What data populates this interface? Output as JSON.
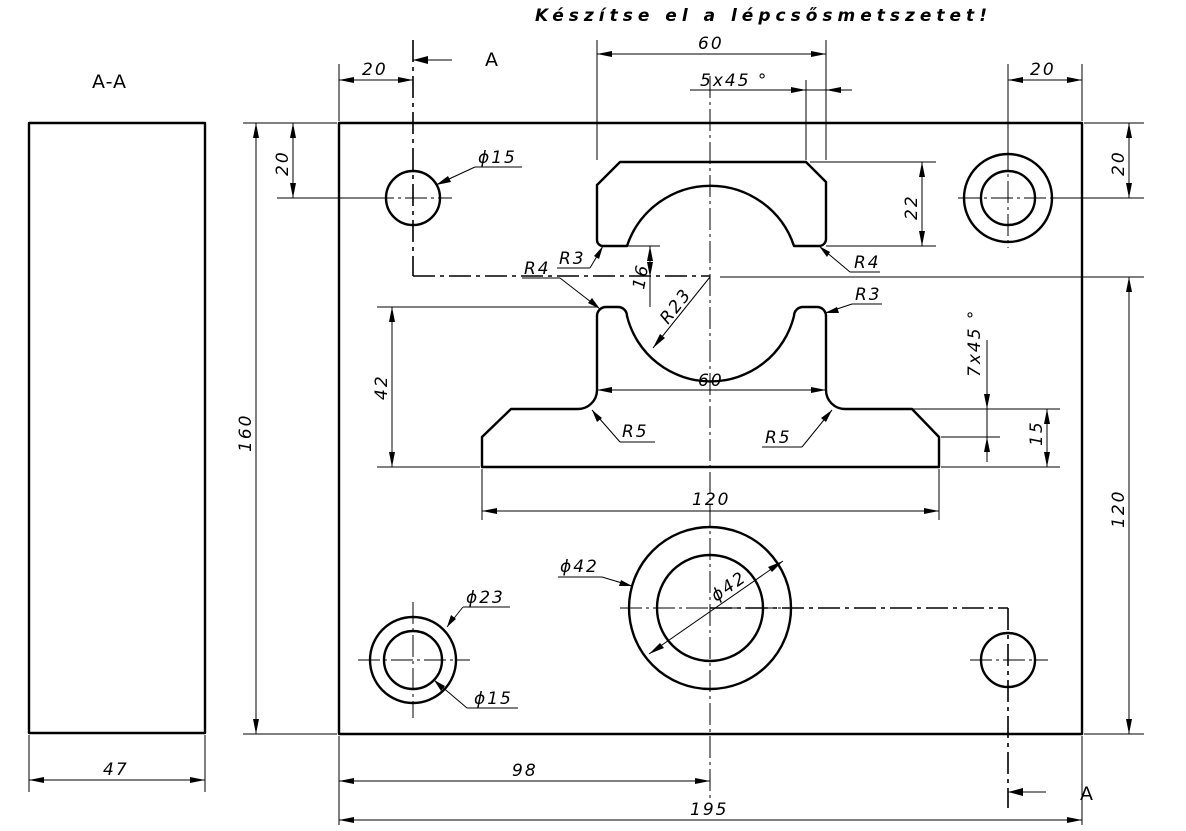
{
  "title": "Készítse el a lépcsősmetszetet!",
  "section_view_label": "A-A",
  "cut_marks": [
    "A",
    "A"
  ],
  "dimensions": {
    "top_left_20": "20",
    "top_60": "60",
    "chamfer_5x45": "5x45 °",
    "top_right_20": "20",
    "left_20": "20",
    "right_20": "20",
    "dia15_top": "ϕ15",
    "dim_22": "22",
    "r3_upper": "R3",
    "r4_right": "R4",
    "r4_left": "R4",
    "r3_right": "R3",
    "dim_16": "16",
    "r23": "R23",
    "chamfer_7x45": "7x45 °",
    "dim_42": "42",
    "mid_60": "60",
    "r5_left": "R5",
    "r5_right": "R5",
    "dim_15": "15",
    "dim_160": "160",
    "dim_120_horizontal": "120",
    "dim_120_vertical": "120",
    "dia42_outer": "ϕ42",
    "dia42_inner": "ϕ42",
    "dia23": "ϕ23",
    "dia15_bottom": "ϕ15",
    "dim_47": "47",
    "dim_98": "98",
    "dim_195": "195"
  }
}
